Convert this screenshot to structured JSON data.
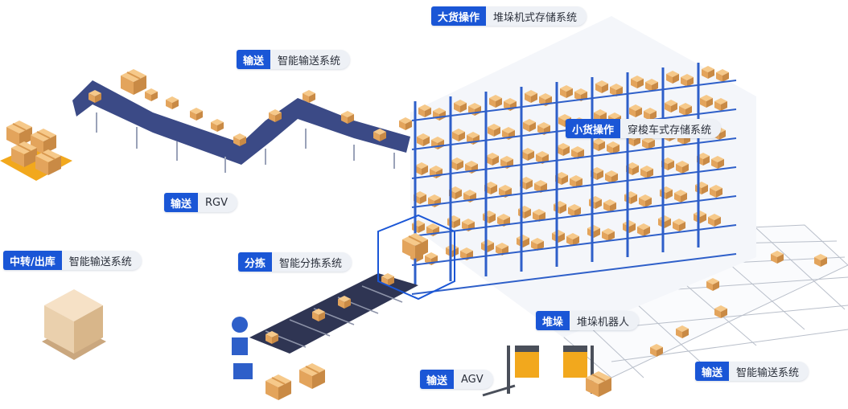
{
  "colors": {
    "accent": "#1a56d6",
    "rack_blue": "#2e5fc9",
    "conveyor": "#3b4a86",
    "box": "#f0b46a",
    "box_dark": "#c98a45",
    "forklift": "#f2a81d",
    "grid": "#b9bfca",
    "label_bg": "#eef1f6"
  },
  "labels": {
    "bulk": {
      "key": "大货操作",
      "value": "堆垛机式存储系统"
    },
    "conveyor_top": {
      "key": "输送",
      "value": "智能输送系统"
    },
    "small": {
      "key": "小货操作",
      "value": "穿梭车式存储系统"
    },
    "rgv": {
      "key": "输送",
      "value": "RGV"
    },
    "transfer": {
      "key": "中转/出库",
      "value": "智能输送系统"
    },
    "sorting": {
      "key": "分拣",
      "value": "智能分拣系统"
    },
    "stacker": {
      "key": "堆垛",
      "value": "堆垛机器人"
    },
    "agv": {
      "key": "输送",
      "value": "AGV"
    },
    "conveyor_bottom": {
      "key": "输送",
      "value": "智能输送系统"
    }
  }
}
